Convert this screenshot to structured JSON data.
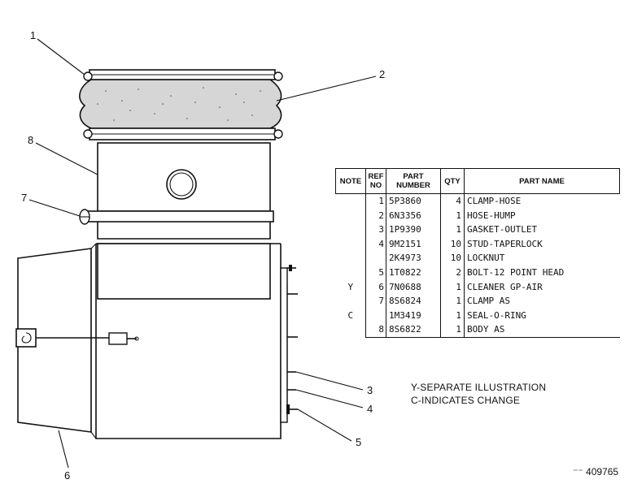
{
  "callouts": [
    "1",
    "2",
    "3",
    "4",
    "5",
    "6",
    "7",
    "8"
  ],
  "table": {
    "headers": {
      "note": "NOTE",
      "ref_no": "REF NO",
      "part_number": "PART NUMBER",
      "qty": "QTY",
      "part_name": "PART NAME"
    },
    "rows": [
      {
        "note": "",
        "ref": "1",
        "part": "5P3860",
        "qty": "4",
        "name": "CLAMP-HOSE"
      },
      {
        "note": "",
        "ref": "2",
        "part": "6N3356",
        "qty": "1",
        "name": "HOSE-HUMP"
      },
      {
        "note": "",
        "ref": "3",
        "part": "1P9390",
        "qty": "1",
        "name": "GASKET-OUTLET"
      },
      {
        "note": "",
        "ref": "4",
        "part": "9M2151",
        "qty": "10",
        "name": "STUD-TAPERLOCK"
      },
      {
        "note": "",
        "ref": "",
        "part": "2K4973",
        "qty": "10",
        "name": "LOCKNUT"
      },
      {
        "note": "",
        "ref": "5",
        "part": "1T0822",
        "qty": "2",
        "name": "BOLT-12 POINT HEAD"
      },
      {
        "note": "Y",
        "ref": "6",
        "part": "7N0688",
        "qty": "1",
        "name": "CLEANER GP-AIR"
      },
      {
        "note": "",
        "ref": "7",
        "part": "8S6824",
        "qty": "1",
        "name": "CLAMP AS"
      },
      {
        "note": "C",
        "ref": "",
        "part": "1M3419",
        "qty": "1",
        "name": "SEAL-O-RING"
      },
      {
        "note": "",
        "ref": "8",
        "part": "8S6822",
        "qty": "1",
        "name": "BODY AS"
      }
    ]
  },
  "notes": {
    "y_note": "Y-SEPARATE ILLUSTRATION",
    "c_note": "C-INDICATES CHANGE"
  },
  "illustration_number": "409765"
}
